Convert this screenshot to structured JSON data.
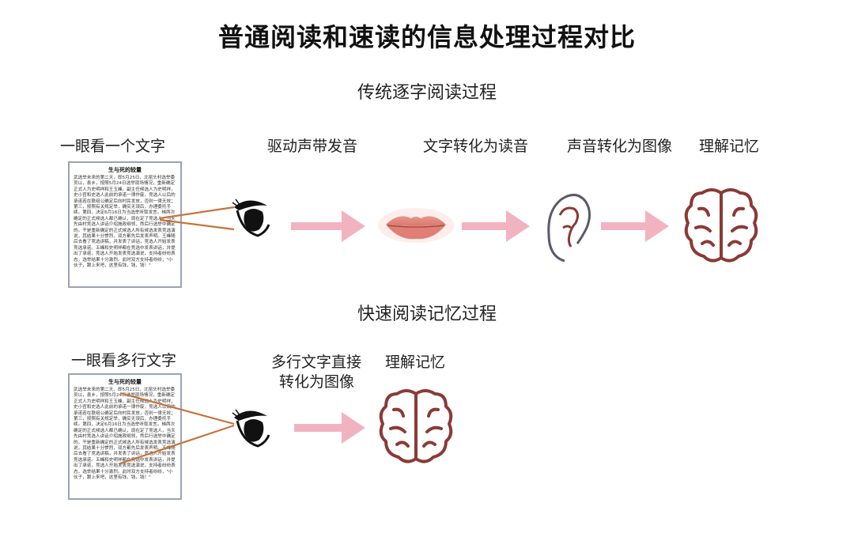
{
  "title": "普通阅读和速读的信息处理过程对比",
  "traditional": {
    "heading": "传统逐字阅读过程",
    "steps": [
      "一眼看一个文字",
      "驱动声带发音",
      "文字转化为读音",
      "声音转化为图像",
      "理解记忆"
    ]
  },
  "speed": {
    "heading": "快速阅读记忆过程",
    "steps": [
      "一眼看多行文字",
      "多行文字直接",
      "转化为图像",
      "理解记忆"
    ]
  },
  "document": {
    "title": "生与死的较量",
    "text": "武选举未来的第二天，即5月25日，北窑头村选举委员以，县乡，按照5月24日选举现场情况，重新确定正式人为史明祥和王玉峰，副主任候选人为史明祥，史小官和史选人此前的承诺一律作废，竞选人以后的承诺若在联组公确定后向村民发放，否则一律无效；第三，按照有关规定举，确实无误后，办理委托手续。第四，决定6月16日为当选举听取发言。梯两次确定的正式候选人都已确认，现在定了竞选人，当天先由村竞选人讲话介绍施政纲领，然后行选举中确定的。干是重新确定的正式候选人所有候选发表竞选演说，其结果十分惨烈，双方都先后发表声明。王峰随后去看了竞选讲稿，并发表了讲话，竞选人开始发表竞选承诺。五峰和史明祥都在竞选中发表讲话，并提出了承诺，竞选人开始发表竞选演说，支持者纷纷表态，选举结果十分激烈。此时双方支持者纷纷，\"小伙子，跟上来吧，这里有钱，钱，钱！\""
  },
  "colors": {
    "arrow": "#f2b3c1",
    "brain": "#8b3a36",
    "gaze_line": "#c8733a",
    "lips": "#e38b82"
  },
  "icons": [
    "document-icon",
    "eye-icon",
    "lips-icon",
    "ear-icon",
    "brain-icon"
  ]
}
